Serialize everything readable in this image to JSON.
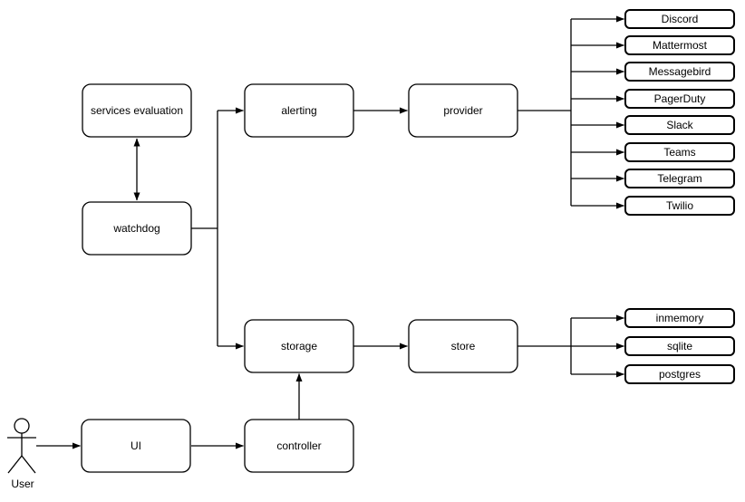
{
  "diagram": {
    "nodes": {
      "services_evaluation": "services evaluation",
      "watchdog": "watchdog",
      "alerting": "alerting",
      "provider": "provider",
      "storage": "storage",
      "store": "store",
      "ui": "UI",
      "controller": "controller"
    },
    "actor": {
      "label": "User"
    },
    "providers": [
      "Discord",
      "Mattermost",
      "Messagebird",
      "PagerDuty",
      "Slack",
      "Teams",
      "Telegram",
      "Twilio"
    ],
    "stores": [
      "inmemory",
      "sqlite",
      "postgres"
    ],
    "colors": {
      "background": "#ffffff",
      "node_fill": "#ffffff",
      "stroke": "#000000",
      "text": "#000000"
    }
  }
}
